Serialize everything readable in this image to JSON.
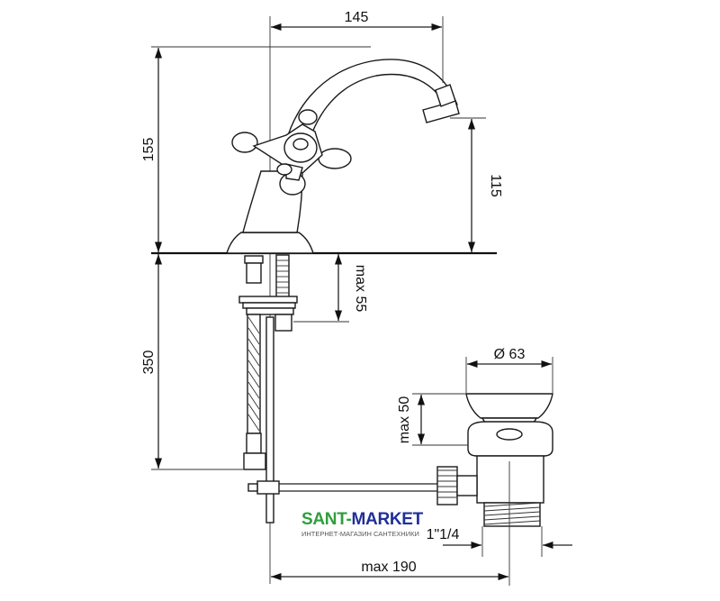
{
  "dimensions": {
    "spout_reach": "145",
    "overall_height": "155",
    "spout_height": "115",
    "below_deck_length": "350",
    "deck_thickness_max": "max 55",
    "drain_diameter": "Ø 63",
    "drain_height_max": "max 50",
    "drain_thread": "1\"1/4",
    "pull_rod_length_max": "max 190"
  },
  "watermark": {
    "brand_part1": "SANT-",
    "brand_part2": "MARKET",
    "tagline": "ИНТЕРНЕТ-МАГАЗИН САНТЕХНИКИ",
    "brand_color_1": "#2f9e3d",
    "brand_color_2": "#1f2f9a"
  }
}
